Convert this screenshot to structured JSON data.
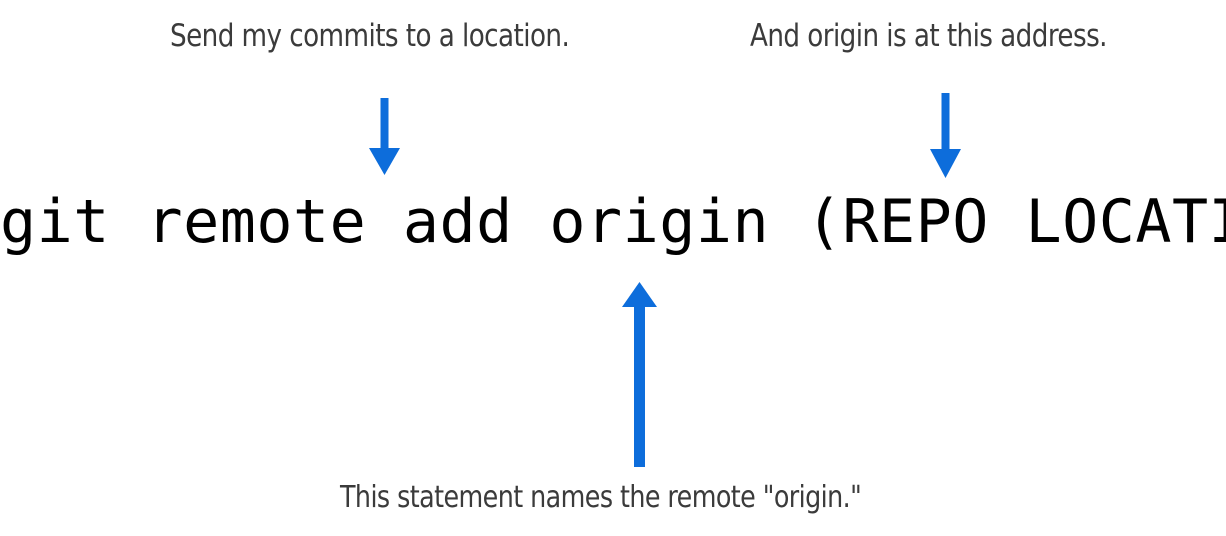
{
  "page": {
    "background_color": "#ffffff",
    "accent_color": "#0d6ddb",
    "text_color": "#000000",
    "annotation_text_color": "#3b3b3b"
  },
  "command": {
    "text": "git remote add origin (REPO LOCATION)",
    "tokens": [
      "git",
      "remote",
      "add",
      "origin",
      "(REPO LOCATION)"
    ]
  },
  "annotations": {
    "top_left": {
      "text": "Send my commits to a location.",
      "points_to": "add"
    },
    "top_right": {
      "text": "And origin is at this address.",
      "points_to": "(REPO LOCATION)"
    },
    "bottom_center": {
      "text": "This statement names the remote \"origin.\"",
      "points_to": "origin"
    }
  },
  "arrows": [
    {
      "name": "arrow-down-location",
      "direction": "down",
      "color": "#0d6ddb"
    },
    {
      "name": "arrow-down-repo",
      "direction": "down",
      "color": "#0d6ddb"
    },
    {
      "name": "arrow-up-origin",
      "direction": "up",
      "color": "#0d6ddb"
    }
  ]
}
